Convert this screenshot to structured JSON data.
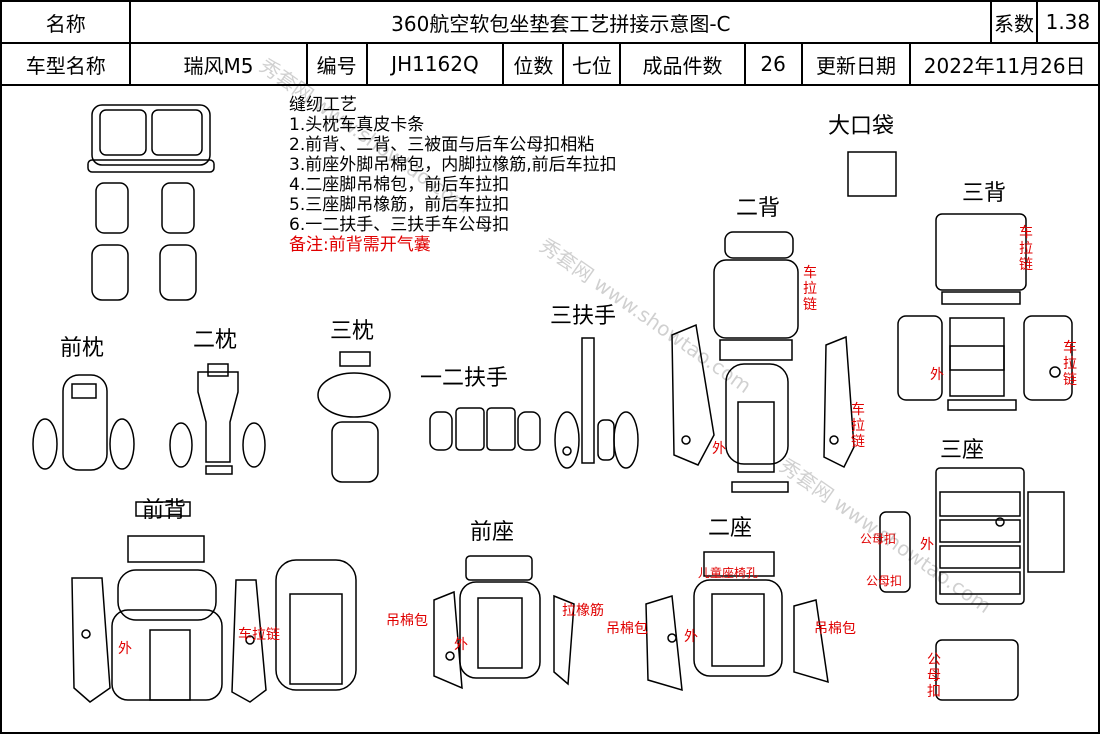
{
  "header": {
    "name_label": "名称",
    "title": "360航空软包坐垫套工艺拼接示意图-C",
    "coef_label": "系数",
    "coef_value": "1.38",
    "model_label": "车型名称",
    "model_value": "瑞风M5",
    "code_label": "编号",
    "code_value": "JH1162Q",
    "seats_label": "位数",
    "seats_value": "七位",
    "pieces_label": "成品件数",
    "pieces_value": "26",
    "date_label": "更新日期",
    "date_value": "2022年11月26日"
  },
  "notes": {
    "title": "缝纫工艺",
    "items": [
      "1.头枕车真皮卡条",
      "2.前背、二背、三被面与后车公母扣相粘",
      "3.前座外脚吊棉包，内脚拉橡筋,前后车拉扣",
      "4.二座脚吊棉包，前后车拉扣",
      "5.三座脚吊橡筋，前后车拉扣",
      "6.一二扶手、三扶手车公母扣"
    ],
    "remark": "备注:前背需开气囊"
  },
  "labels": {
    "front_headrest": "前枕",
    "second_headrest": "二枕",
    "third_headrest": "三枕",
    "armrest_12": "一二扶手",
    "armrest_3": "三扶手",
    "second_back": "二背",
    "third_back": "三背",
    "big_pocket": "大口袋",
    "third_seat": "三座",
    "front_back": "前背",
    "front_seat": "前座",
    "second_seat": "二座"
  },
  "annotations": {
    "outer": "外",
    "zipper_inline": "车拉链",
    "zipper_v": "车拉链",
    "hang_cotton": "吊棉包",
    "pull_elastic": "拉橡筋",
    "child_seat_hole": "儿童座椅孔",
    "snap": "公母扣",
    "snap_v": "公母扣"
  },
  "watermark": {
    "text": "秀套网 www.showtao.com"
  }
}
